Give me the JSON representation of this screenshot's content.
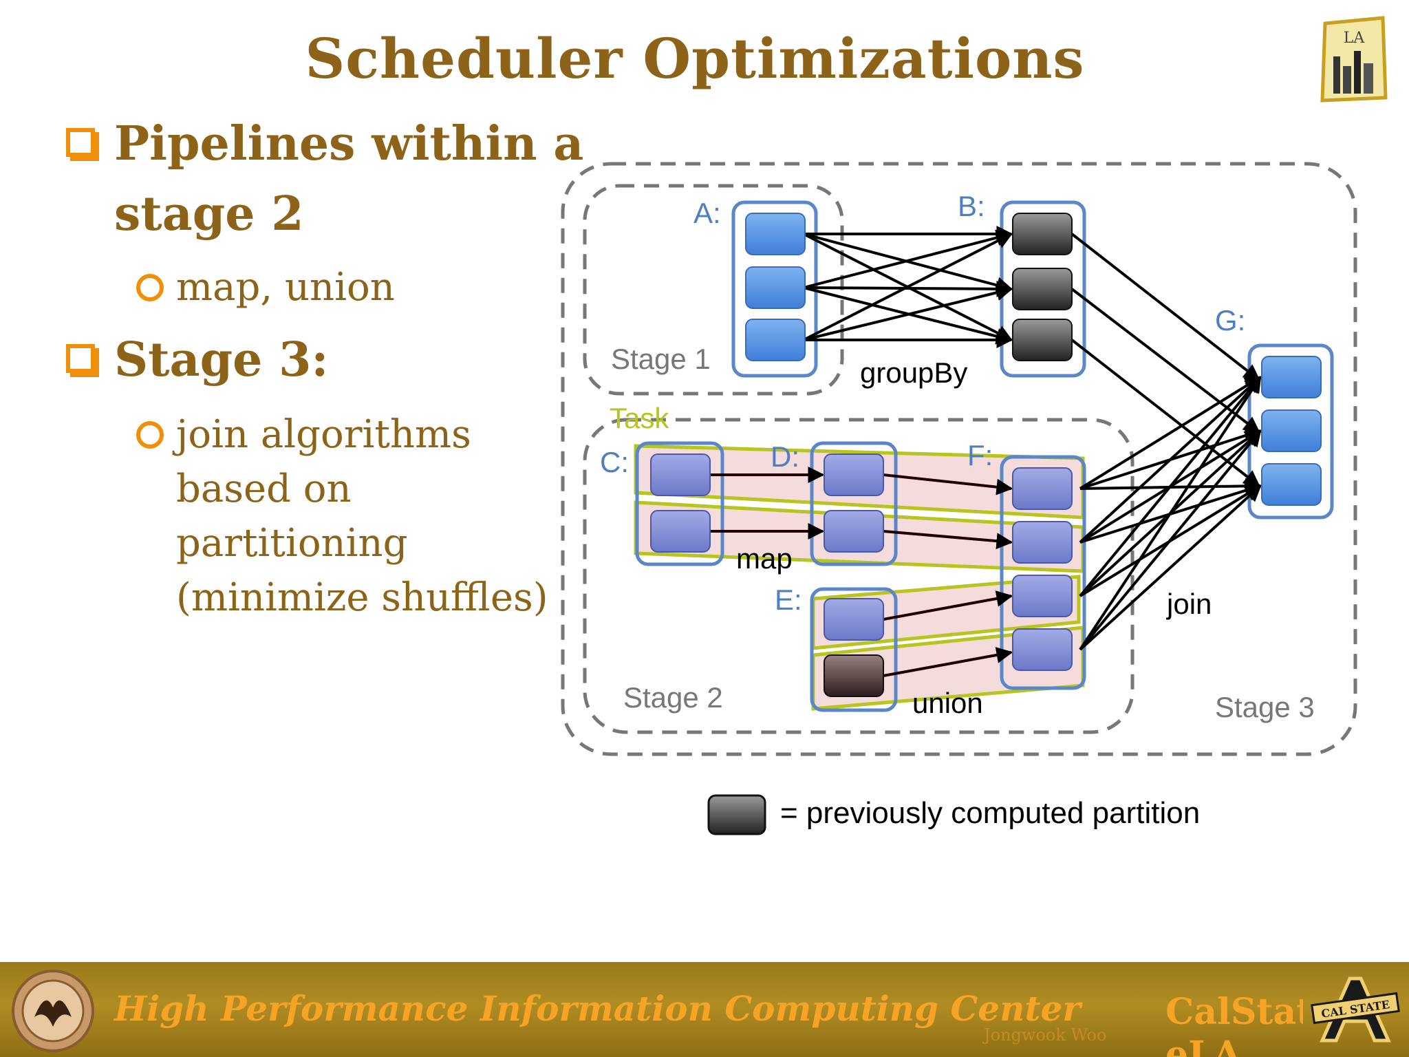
{
  "slide": {
    "title": "Scheduler Optimizations",
    "bullets": [
      {
        "line1": "Pipelines within a",
        "line2": "stage 2"
      },
      {
        "line1": "Stage 3:"
      }
    ],
    "sub_bullets": [
      {
        "lines": [
          "map, union"
        ]
      },
      {
        "lines": [
          "join algorithms",
          "based on",
          "partitioning",
          "(minimize shuffles)"
        ]
      }
    ]
  },
  "diagram": {
    "rdd_labels": {
      "a": "A:",
      "b": "B:",
      "c": "C:",
      "d": "D:",
      "e": "E:",
      "f": "F:",
      "g": "G:"
    },
    "stage_labels": {
      "stage1": "Stage 1",
      "stage2": "Stage 2",
      "stage3": "Stage 3"
    },
    "operation_labels": {
      "groupBy": "groupBy",
      "map": "map",
      "union": "union",
      "join": "join"
    },
    "task_label": "Task",
    "legend_text": "= previously computed partition",
    "colors": {
      "partition_blue": "#4f8fdc",
      "partition_purple": "#7f8ed8",
      "partition_dark": "#555555",
      "rdd_border": "#5b86c8",
      "task_outline": "#b8c420",
      "task_fill": "#f2d6d6",
      "stage_dash": "#7a7a7a",
      "label_blue": "#4f7fc0"
    }
  },
  "footer": {
    "center_name": "High Performance Information Computing Center",
    "author": "Jongwook Woo",
    "university": "CalStat eLA",
    "logo_top_text": "LA",
    "ca_logo_text": "CAL STATE"
  }
}
